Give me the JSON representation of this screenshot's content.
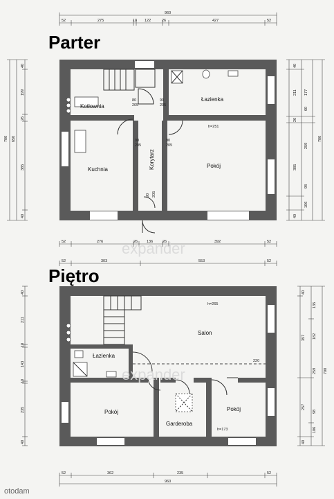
{
  "floors": [
    {
      "title": "Parter",
      "rooms": {
        "kotlownia": "Kotłownia",
        "lazienka": "Łazienka",
        "kuchnia": "Kuchnia",
        "korytarz": "Korytarz",
        "pokoj": "Pokój"
      },
      "height_note": "h=251",
      "door_marks": [
        "80\n205",
        "90\n205",
        "90\n205",
        "90\n205",
        "90\n205"
      ],
      "top_dims": [
        "960",
        "52",
        "275",
        "10",
        "122",
        "26",
        "427",
        "52"
      ],
      "bottom_dims": [
        "52",
        "276",
        "26",
        "136",
        "26",
        "392",
        "52"
      ],
      "left_dims": [
        "700",
        "650",
        "40",
        "199",
        "26",
        "385",
        "40"
      ],
      "right_dims": [
        "700",
        "40",
        "211",
        "177",
        "26",
        "60",
        "259",
        "385",
        "98",
        "106",
        "40"
      ]
    },
    {
      "title": "Piętro",
      "rooms": {
        "salon": "Salon",
        "lazienka": "Łazienka",
        "pokoj_left": "Pokój",
        "garderoba": "Garderoba",
        "pokoj_right": "Pokój"
      },
      "height_note": "h=265",
      "height_note2": "h=173",
      "dash_label": "220",
      "top_dims": [
        "52",
        "303",
        "553",
        "52"
      ],
      "bottom_dims": [
        "52",
        "362",
        "235",
        "52",
        "960"
      ],
      "left_dims": [
        "40",
        "211",
        "10",
        "143",
        "10",
        "235",
        "40"
      ],
      "right_dims": [
        "40",
        "135",
        "357",
        "182",
        "259",
        "700",
        "257",
        "98",
        "106",
        "40"
      ]
    }
  ],
  "watermark": "expander",
  "logo": "otodam"
}
